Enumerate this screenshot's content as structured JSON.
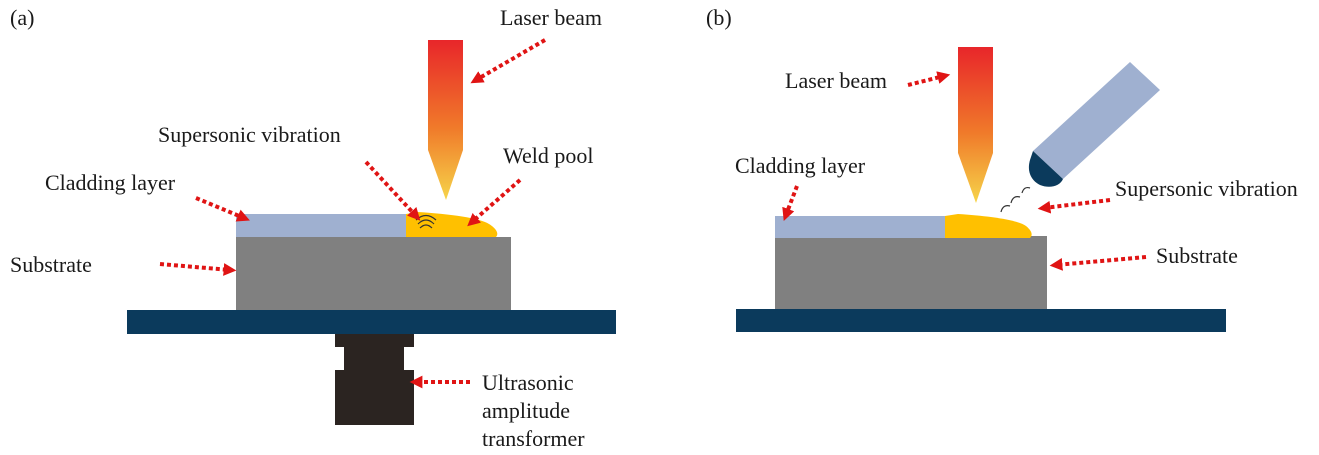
{
  "panels": [
    {
      "id": "a",
      "label": "(a)",
      "laser_beam": "Laser beam",
      "supersonic_vibration": "Supersonic vibration",
      "weld_pool": "Weld pool",
      "cladding_layer": "Cladding layer",
      "substrate": "Substrate",
      "transformer_lines": [
        "Ultrasonic",
        "amplitude",
        "transformer"
      ]
    },
    {
      "id": "b",
      "label": "(b)",
      "laser_beam": "Laser beam",
      "cladding_layer": "Cladding layer",
      "supersonic_vibration": "Supersonic vibration",
      "substrate": "Substrate"
    }
  ],
  "colors": {
    "arrow": "#e01414",
    "cladding_layer": "#9fb0d0",
    "weld_pool": "#ffc000",
    "substrate": "#808080",
    "base_plate": "#0b3a5c",
    "transformer": "#2b2421",
    "horn": "#9fb0d0",
    "horn_tip": "#0b3a5c",
    "laser_top": "#e8262a",
    "laser_mid": "#f07a2a",
    "laser_bottom": "#f6d44a"
  },
  "icons": [
    "laser-beam-icon",
    "vibration-waves-icon",
    "ultrasonic-horn-icon"
  ]
}
